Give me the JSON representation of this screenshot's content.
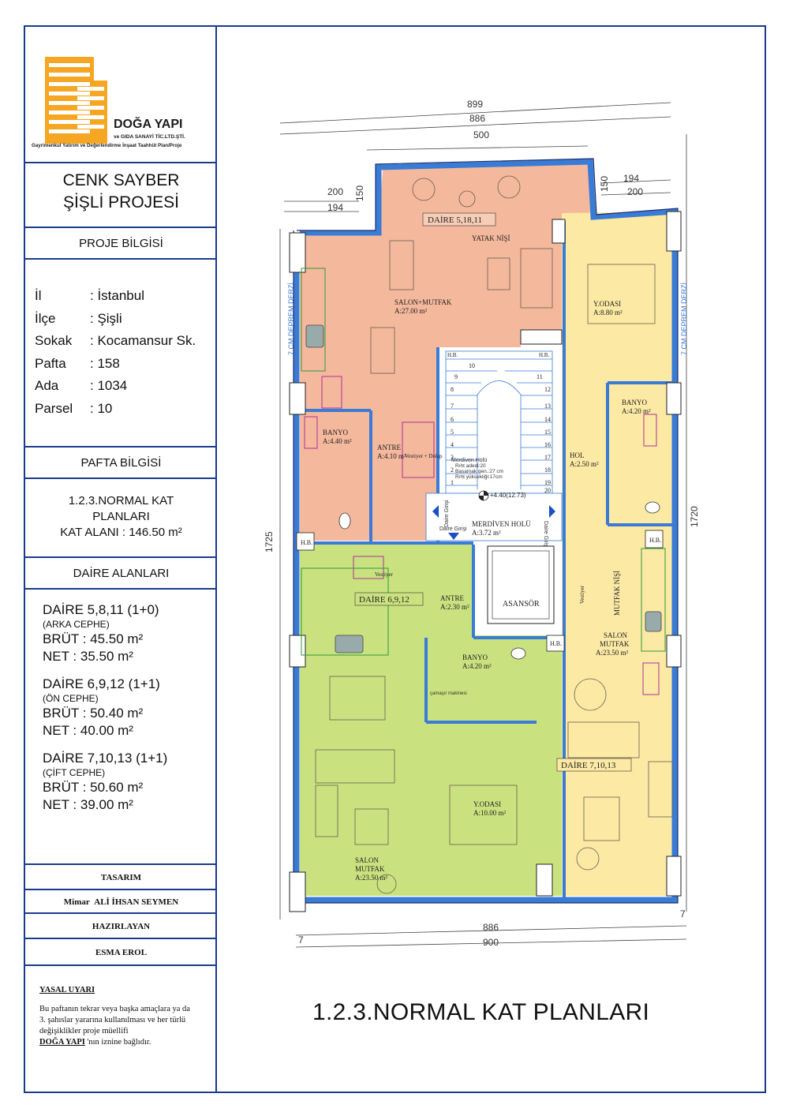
{
  "logo": {
    "brand": "DOĞA YAPI",
    "company": "ve GIDA SANAYİ TİC.LTD.ŞTİ.",
    "tagline": "Gayrimenkul Yatırım ve Değerlendirme İnşaat Taahhüt Plan/Proje",
    "colors": {
      "orange": "#f5a623",
      "dark": "#1c1c1c"
    }
  },
  "project": {
    "line1": "CENK SAYBER",
    "line2": "ŞİŞLİ PROJESİ"
  },
  "proje_bilgisi": {
    "header": "PROJE BİLGİSİ",
    "rows": [
      {
        "k": "İl",
        "v": ": İstanbul"
      },
      {
        "k": "İlçe",
        "v": ": Şişli"
      },
      {
        "k": "Sokak",
        "v": ": Kocamansur Sk."
      },
      {
        "k": "Pafta",
        "v": ": 158"
      },
      {
        "k": "Ada",
        "v": ": 1034"
      },
      {
        "k": "Parsel",
        "v": ": 10"
      }
    ]
  },
  "pafta_bilgisi": {
    "header": "PAFTA  BİLGİSİ",
    "line1": "1.2.3.NORMAL KAT",
    "line2": "PLANLARI",
    "line3": "KAT ALANI : 146.50  m²"
  },
  "daire_alanlari": {
    "header": "DAİRE  ALANLARI",
    "units": [
      {
        "title": "DAİRE  5,8,11   (1+0)",
        "sub": "(ARKA CEPHE)",
        "brut": "BRÜT   : 45.50 m²",
        "net": "NET      : 35.50 m²"
      },
      {
        "title": "DAİRE  6,9,12   (1+1)",
        "sub": "(ÖN CEPHE)",
        "brut": "BRÜT   : 50.40 m²",
        "net": "NET      : 40.00 m²"
      },
      {
        "title": "DAİRE  7,10,13   (1+1)",
        "sub": "(ÇİFT CEPHE)",
        "brut": "BRÜT   : 50.60 m²",
        "net": "NET      : 39.00 m²"
      }
    ]
  },
  "credits": {
    "tasarim": "TASARIM",
    "mimar_prefix": "Mimar",
    "mimar_name": "ALİ İHSAN SEYMEN",
    "hazirlayan": "HAZIRLAYAN",
    "hazirlayan_name": "ESMA EROL"
  },
  "legal": {
    "title": "YASAL UYARI",
    "l1": "Bu paftanın tekrar veya başka amaçlara ya da",
    "l2": "3. şahıslar yararına kullanılması ve her türlü",
    "l3": "değişiklikler proje müellifi",
    "brand": "DOĞA YAPI",
    "l4": " 'nın iznine bağlıdır."
  },
  "plan_title": "1.2.3.NORMAL KAT PLANLARI",
  "plan": {
    "colors": {
      "salmon": "#f4b89c",
      "yellow": "#fbe9a4",
      "green": "#c9e27f",
      "wall": "#3a7bd5",
      "wallDark": "#1f2f6b"
    },
    "dims": {
      "top899": "899",
      "top886": "886",
      "top500": "500",
      "l200": "200",
      "l194": "194",
      "l150": "150",
      "r150": "150",
      "r194": "194",
      "r200": "200",
      "side1725": "1725",
      "side1720": "1720",
      "bot886": "886",
      "bot900": "900",
      "seven": "7"
    },
    "derz_left": "7 CM DEPREM DERZİ",
    "derz_right": "7 CM DEPREM DERZİ",
    "rooms": {
      "d5": "DAİRE  5,18,11",
      "yatak_nisi": "YATAK NİŞİ",
      "salon_mutfak1": "SALON+MUTFAK",
      "salon_mutfak1_a": "A:27.00 m²",
      "banyo1": "BANYO",
      "banyo1_a": "A:4.40 m²",
      "antre1": "ANTRE",
      "antre1_a": "A:4.10 m²",
      "vestiyer_dolap": "Vestiyer + Dolap",
      "hb1": "H.B.",
      "hb2": "H.B.",
      "yodasi1": "Y.ODASI",
      "yodasi1_a": "A:8.80 m²",
      "banyo2": "BANYO",
      "banyo2_a": "A:4.20 m²",
      "hol": "HOL",
      "hol_a": "A:2.50 m²",
      "merdiven": "MERDİVEN HOLÜ",
      "merdiven_a": "A:3.72 m²",
      "kot": "+4.40(12.73)",
      "merdiven_note1": "Merdiven Holü",
      "merdiven_note2": "Rıht adedi:20",
      "merdiven_note3": "Basamak gen.:27 cm",
      "merdiven_note4": "Rıht yüksekliği:17cm",
      "daire_girisi": "Daire Girişi",
      "hb3": "H.B.",
      "hb4": "H.B.",
      "hb5": "H.B.",
      "asansor": "ASANSÖR",
      "d6": "DAİRE  6,9,12",
      "antre2": "ANTRE",
      "antre2_a": "A:2.30 m²",
      "vestiyer": "Vestiyer",
      "banyo3": "BANYO",
      "banyo3_a": "A:4.20 m²",
      "camasir": "çamaşır makinesi",
      "yodasi2": "Y.ODASI",
      "yodasi2_a": "A:10.00 m²",
      "salon_mutfak2": "SALON",
      "salon_mutfak2_b": "MUTFAK",
      "salon_mutfak2_a": "A:23.50 m²",
      "mutfak_nisi": "MUTFAK NİŞİ",
      "salon_mutfak3": "SALON",
      "salon_mutfak3_b": "MUTFAK",
      "salon_mutfak3_a": "A:23.50 m²",
      "d7": "DAİRE  7,10,13",
      "vestiyer2": "Vestiyer"
    },
    "steps": [
      "1",
      "2",
      "3",
      "4",
      "5",
      "6",
      "7",
      "8",
      "9",
      "10",
      "11",
      "12",
      "13",
      "14",
      "15",
      "16",
      "17",
      "18",
      "19",
      "20"
    ]
  }
}
